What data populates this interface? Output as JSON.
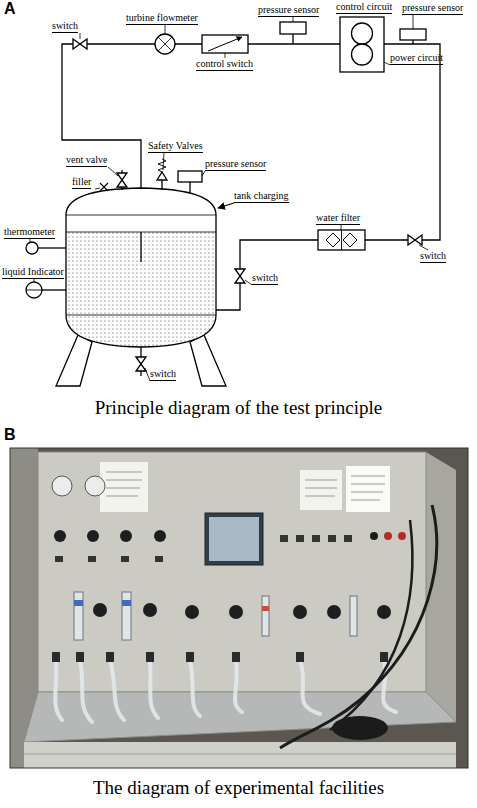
{
  "diagram": {
    "labels": [
      "A",
      "control circuit",
      "pressure sensor",
      "pressure sensor",
      "switch",
      "turbine flowmeter",
      "control switch",
      "power circuit",
      "Safety Valves",
      "vent valve",
      "pressure sensor",
      "filler",
      "tank charging",
      "water filter",
      "thermometer",
      "liquid Indicator",
      "switch",
      "switch",
      "switch",
      "Principle diagram of the test principle",
      "B",
      "The diagram of experimental facilities"
    ]
  }
}
